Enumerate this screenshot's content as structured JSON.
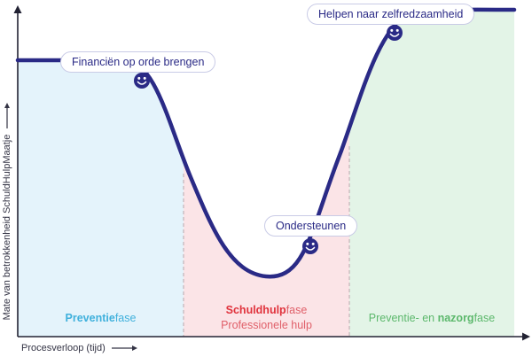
{
  "colors": {
    "curve": "#2a2a86",
    "prevention": "#3fb0dc",
    "debt": "#e0323c",
    "debt_sub": "#e0606a",
    "after": "#5cb86c",
    "prevention_fill": "#e4f3fb",
    "debt_fill": "#fbe4e7",
    "after_fill": "#e3f4e7",
    "axis": "#222233"
  },
  "phases": {
    "prevention": {
      "strong": "Preventie",
      "light": "fase"
    },
    "debt": {
      "strong": "Schuldhulp",
      "light": "fase",
      "subtitle": "Professionele hulp"
    },
    "after": {
      "pre": "Preventie- en ",
      "strong": "nazorg",
      "light": "fase"
    }
  },
  "bubbles": {
    "finance": "Financiën op orde brengen",
    "support": "Ondersteunen",
    "help": "Helpen naar zelfredzaamheid"
  },
  "axes": {
    "x_label": "Procesverloop (tijd)",
    "y_label": "Mate van betrokkenheid SchuldHulpMaatje"
  },
  "icons": {
    "smiley": "smiley-icon",
    "arrow_x": "arrow-right-icon",
    "arrow_y": "arrow-up-icon"
  }
}
